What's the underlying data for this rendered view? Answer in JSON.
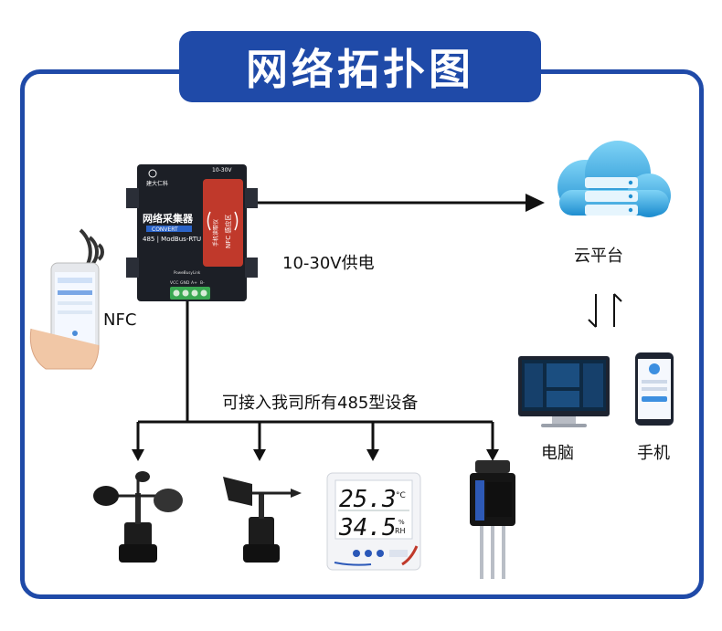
{
  "title": "网络拓扑图",
  "device": {
    "name": "网络采集器",
    "tag": "CONVERT",
    "protocol": "485 | ModBus-RTU",
    "power_range": "10-30V",
    "nfc_panel_line1": "手机读取仪",
    "nfc_panel_line2": "NFC 感应区",
    "brand": "建大仁科",
    "led_labels": [
      "Power",
      "Busy",
      "Link"
    ],
    "port_labels": [
      "VCC",
      "GND",
      "A+",
      "B-"
    ]
  },
  "labels": {
    "power_supply": "10-30V供电",
    "nfc": "NFC",
    "cloud": "云平台",
    "computer": "电脑",
    "phone": "手机",
    "bus_caption": "可接入我司所有485型设备"
  },
  "sensor": {
    "temperature": "25.3",
    "temp_unit": "°C",
    "humidity": "34.5",
    "hum_unit": "%",
    "hum_unit2": "RH"
  },
  "colors": {
    "frame": "#1f4aa8",
    "device_body": "#1c1f26",
    "nfc_panel": "#c0392b",
    "terminal": "#3aa852",
    "cloud_light": "#5ec3f0",
    "cloud_dark": "#1e8ed0"
  }
}
